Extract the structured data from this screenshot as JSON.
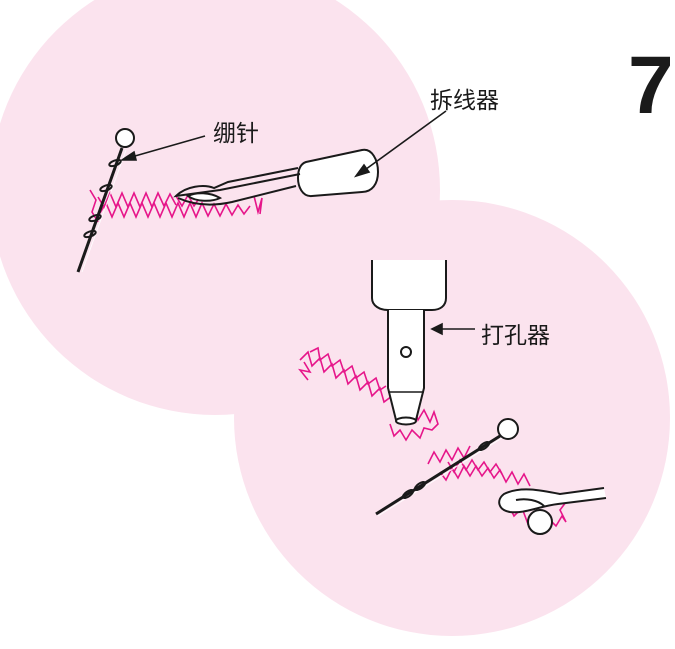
{
  "step_number": "7",
  "labels": {
    "pin": "绷针",
    "seam_ripper": "拆线器",
    "hole_punch": "打孔器"
  },
  "colors": {
    "circle_fill": "#fbe3ee",
    "stitch": "#e6168a",
    "ink": "#1a1a1a"
  }
}
